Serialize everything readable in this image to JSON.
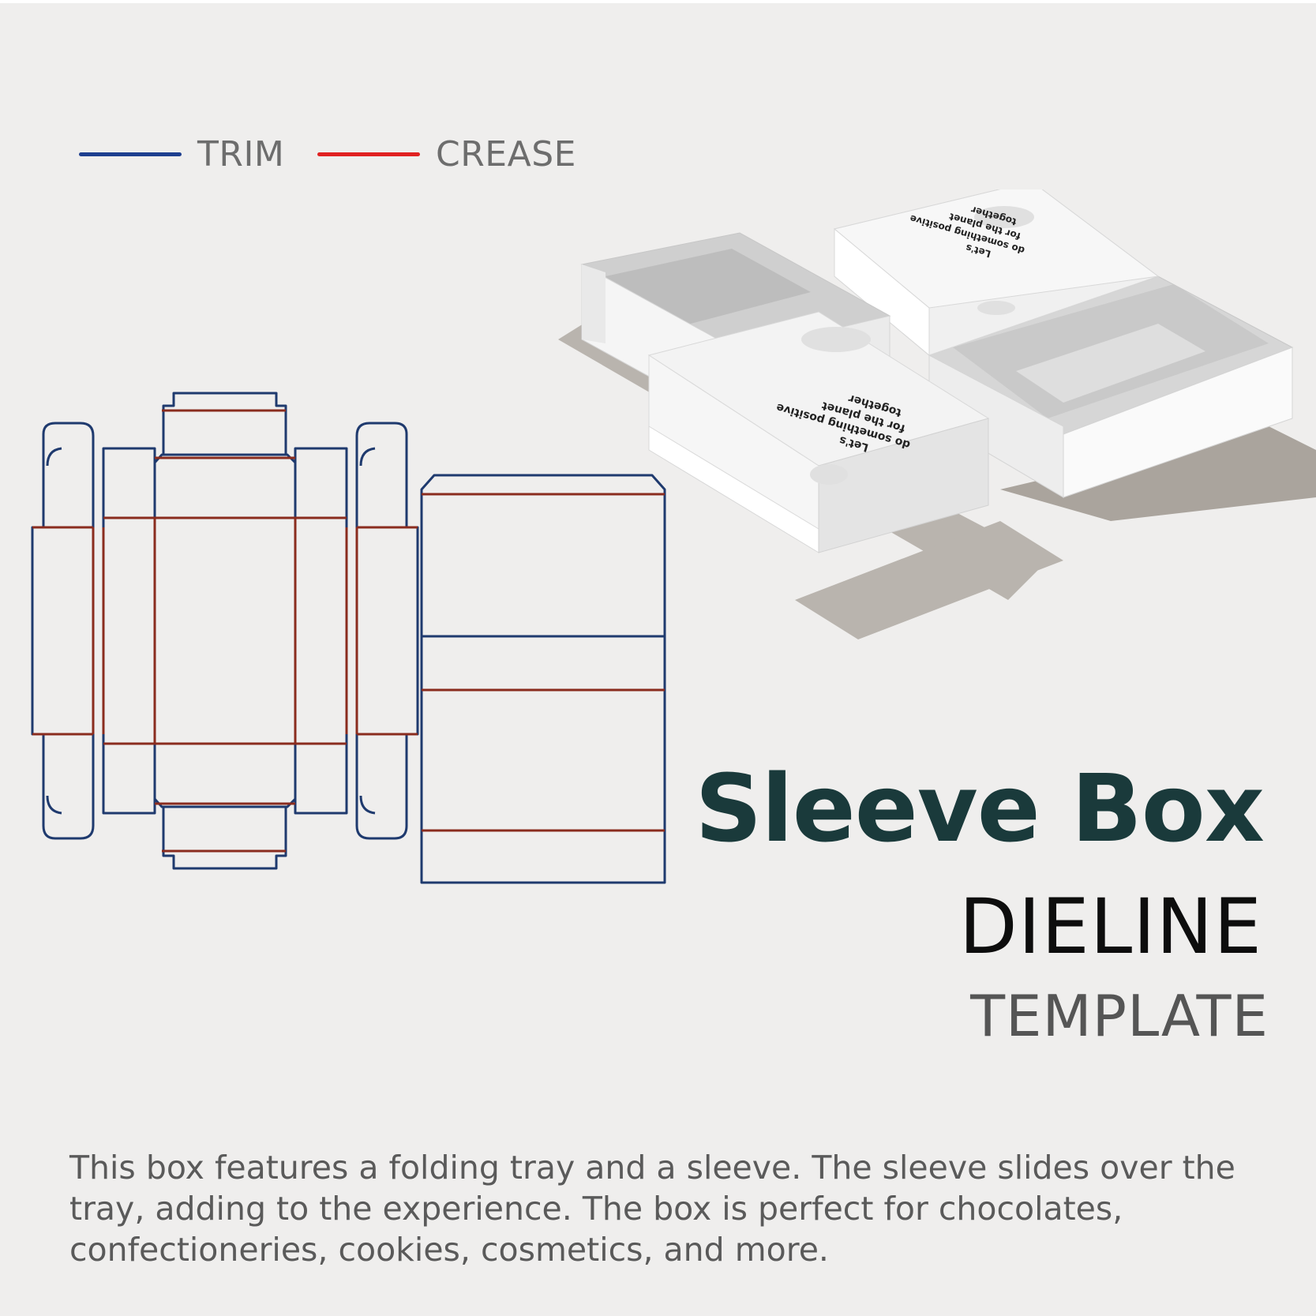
{
  "legend": {
    "items": [
      {
        "label": "TRIM",
        "color": "#1e3f8f"
      },
      {
        "label": "CREASE",
        "color": "#e02222"
      }
    ]
  },
  "colors": {
    "trim_line": "#1f3a6e",
    "crease_line": "#8a2c1e",
    "background": "#efeeed",
    "box_white": "#ffffff",
    "shadow": "#b9b4ae"
  },
  "mockup": {
    "print_text": [
      "Let's",
      "do something positive",
      "for the planet",
      "together"
    ]
  },
  "title": {
    "main": "Sleeve Box",
    "sub": "DIELINE",
    "sub2": "TEMPLATE"
  },
  "description": "This box features a folding tray and a sleeve. The sleeve slides over the tray, adding to the experience. The box is perfect for chocolates, confectioneries, cookies, cosmetics, and more."
}
